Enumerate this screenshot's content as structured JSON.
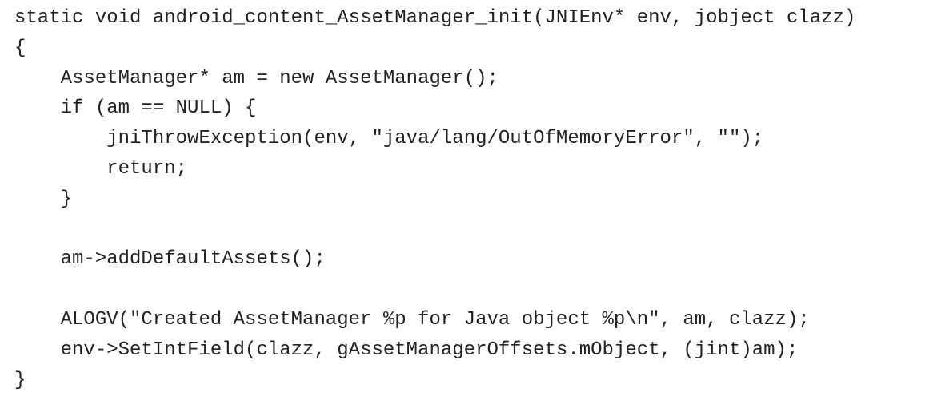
{
  "code": {
    "lines": [
      "static void android_content_AssetManager_init(JNIEnv* env, jobject clazz)",
      "{",
      "    AssetManager* am = new AssetManager();",
      "    if (am == NULL) {",
      "        jniThrowException(env, \"java/lang/OutOfMemoryError\", \"\");",
      "        return;",
      "    }",
      "",
      "    am->addDefaultAssets();",
      "",
      "    ALOGV(\"Created AssetManager %p for Java object %p\\n\", am, clazz);",
      "    env->SetIntField(clazz, gAssetManagerOffsets.mObject, (jint)am);",
      "}"
    ]
  }
}
